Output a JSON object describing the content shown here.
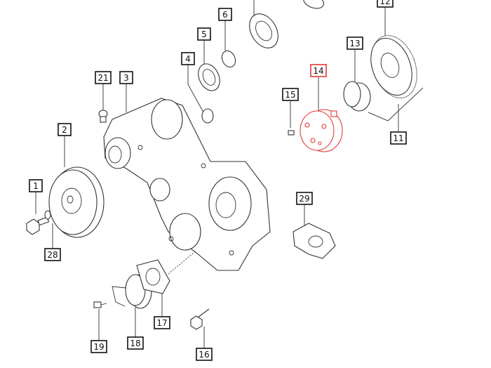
{
  "diagram": {
    "title": "Front cover / timing gear exploded view",
    "highlight_color": "#e53935",
    "callouts": [
      {
        "id": "c1",
        "text": "1"
      },
      {
        "id": "c2",
        "text": "2"
      },
      {
        "id": "c3",
        "text": "3"
      },
      {
        "id": "c4",
        "text": "4"
      },
      {
        "id": "c5",
        "text": "5"
      },
      {
        "id": "c6",
        "text": "6"
      },
      {
        "id": "c11",
        "text": "11"
      },
      {
        "id": "c12",
        "text": "12"
      },
      {
        "id": "c13",
        "text": "13"
      },
      {
        "id": "c14",
        "text": "14",
        "highlighted": true
      },
      {
        "id": "c15",
        "text": "15"
      },
      {
        "id": "c16",
        "text": "16"
      },
      {
        "id": "c17",
        "text": "17"
      },
      {
        "id": "c18",
        "text": "18"
      },
      {
        "id": "c19",
        "text": "19"
      },
      {
        "id": "c21",
        "text": "21"
      },
      {
        "id": "c28",
        "text": "28"
      },
      {
        "id": "c29",
        "text": "29"
      }
    ]
  }
}
